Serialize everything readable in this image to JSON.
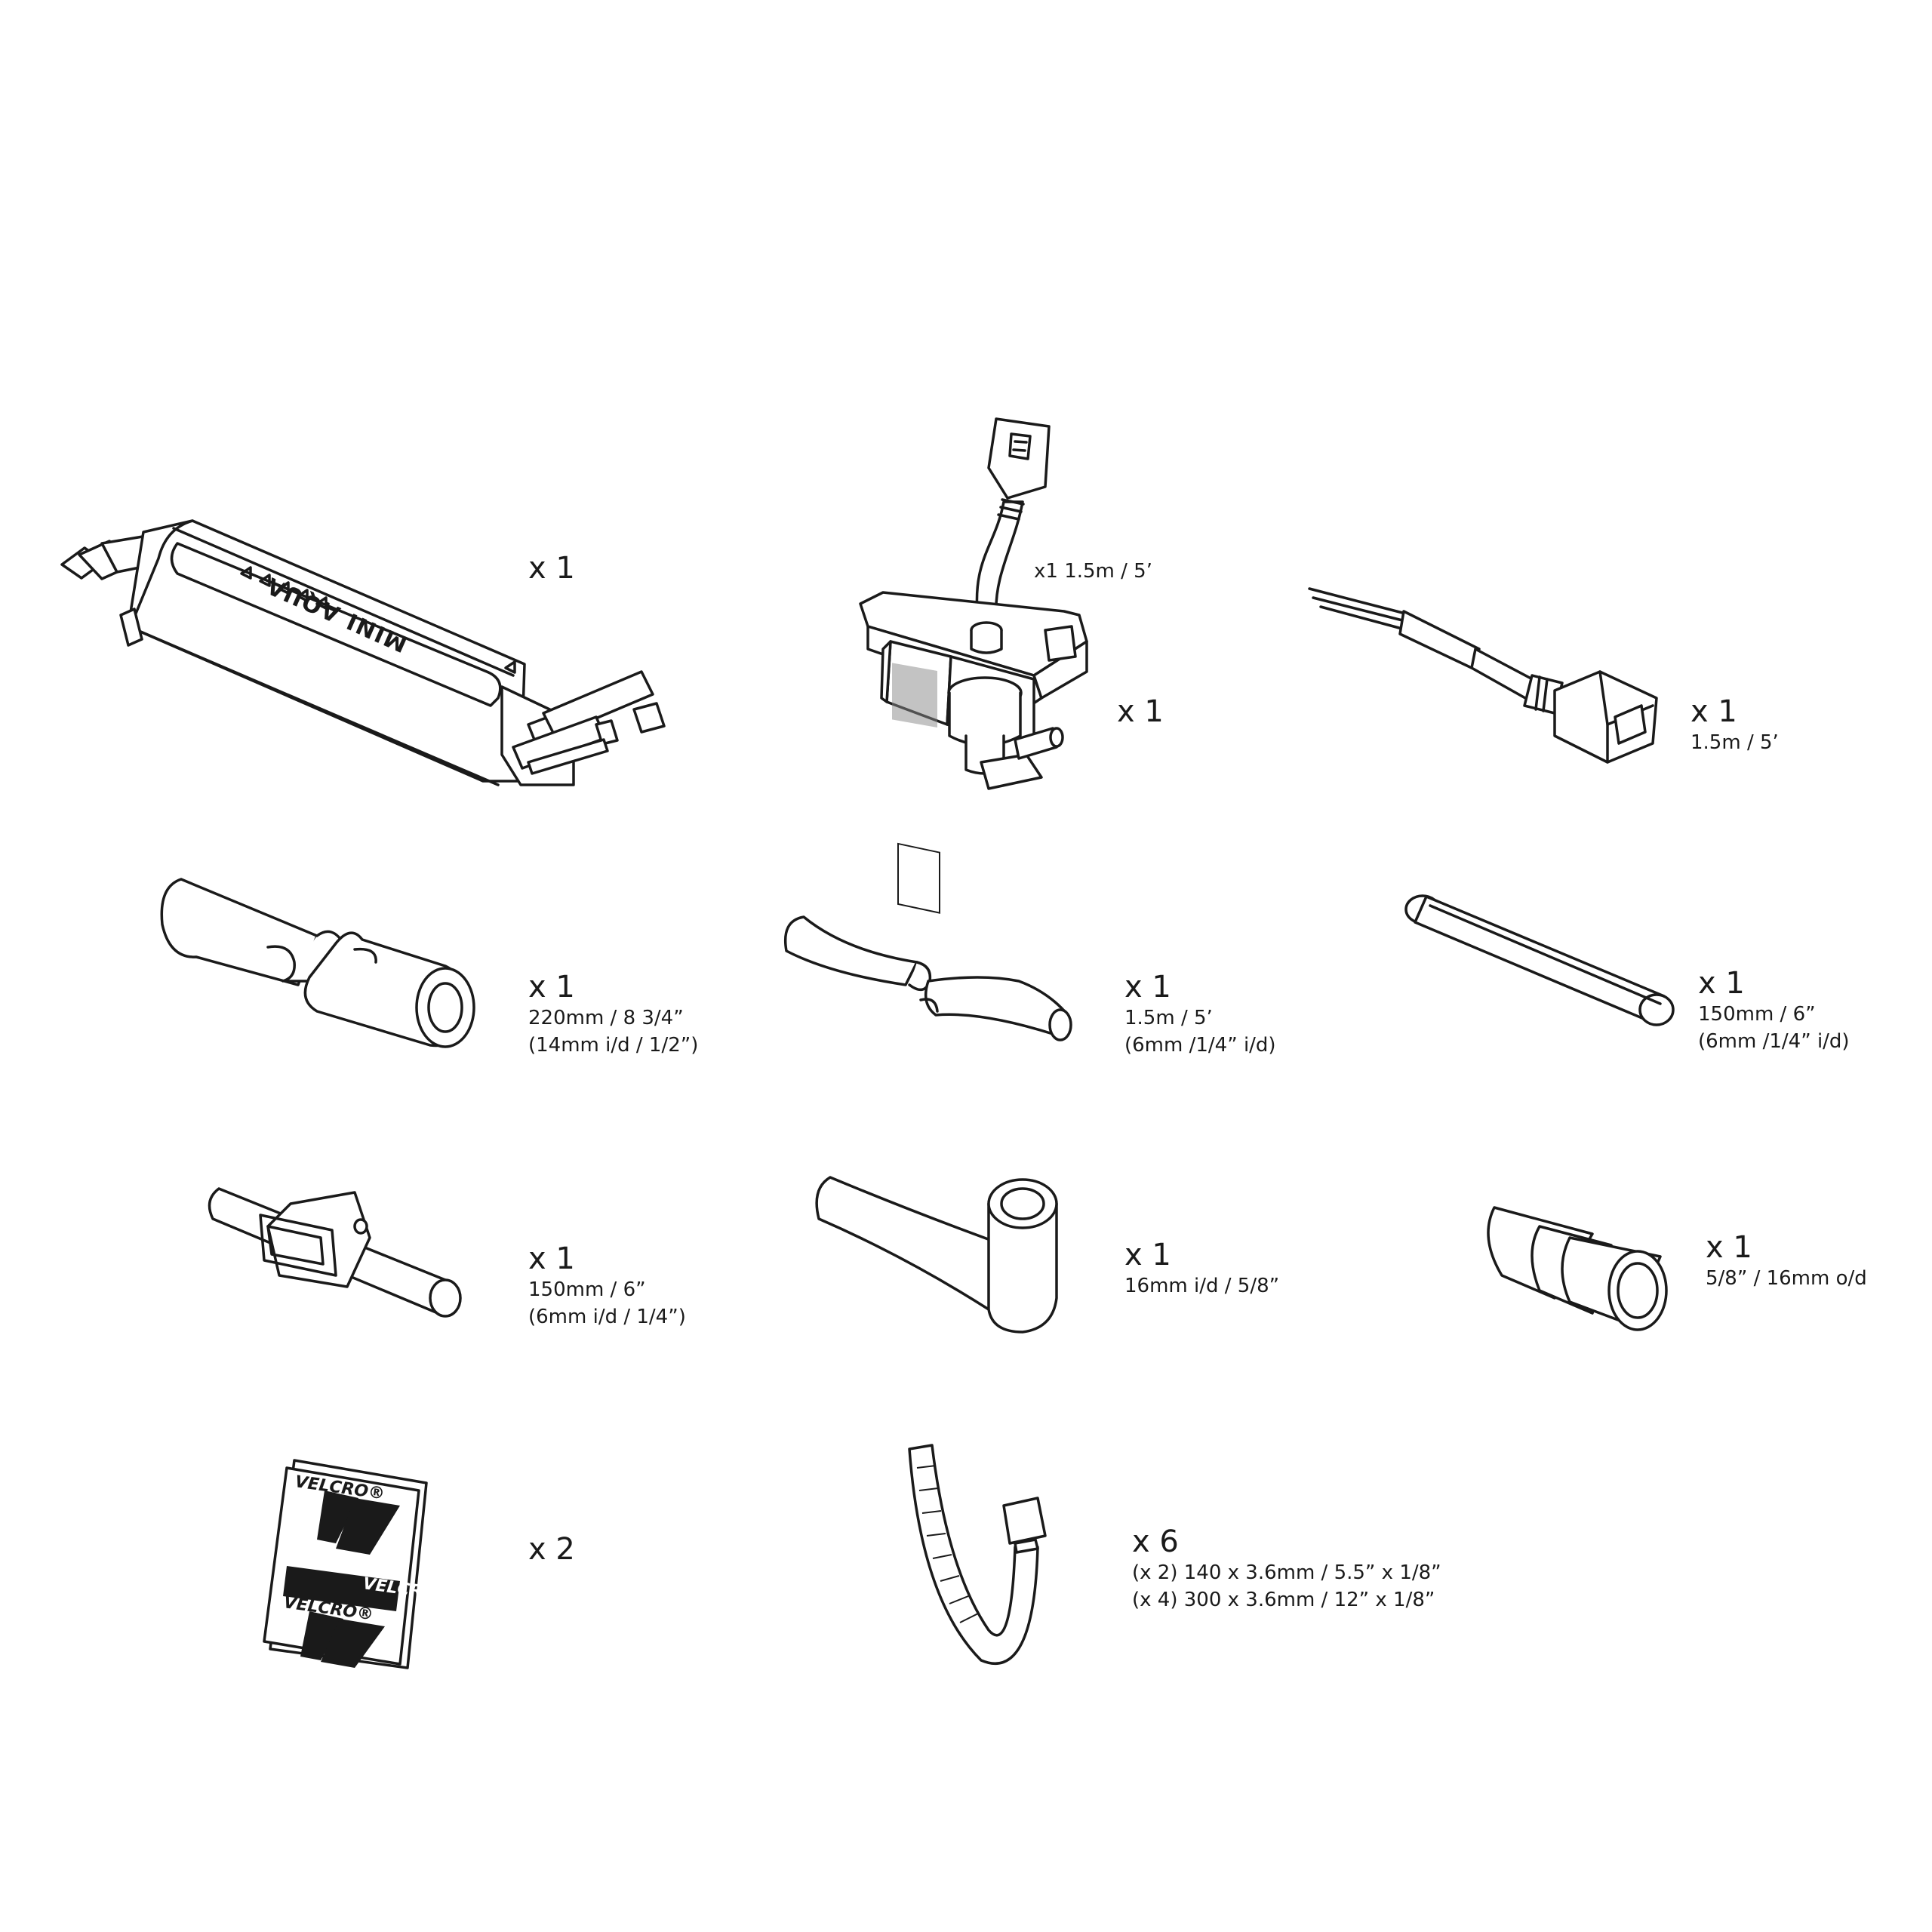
{
  "items": [
    {
      "id": "mini-aqua-pump",
      "qty": "x 1",
      "dims": [],
      "text": "MINI AQUA"
    },
    {
      "id": "reservoir",
      "qty": "x 1",
      "dims": [],
      "cable_qty": "x1 1.5m / 5’"
    },
    {
      "id": "power-cable",
      "qty": "x 1",
      "dims": [
        "1.5m / 5’"
      ]
    },
    {
      "id": "drain-hose",
      "qty": "x 1",
      "dims": [
        "220mm / 8 3/4”",
        "(14mm i/d / 1/2”)"
      ]
    },
    {
      "id": "discharge-tube",
      "qty": "x 1",
      "dims": [
        "1.5m / 5’",
        "(6mm /1/4” i/d)"
      ]
    },
    {
      "id": "clear-tube",
      "qty": "x 1",
      "dims": [
        "150mm / 6”",
        "(6mm /1/4” i/d)"
      ]
    },
    {
      "id": "tube-with-clip",
      "qty": "x 1",
      "dims": [
        "150mm / 6”",
        "(6mm i/d / 1/4”)"
      ]
    },
    {
      "id": "elbow",
      "qty": "x 1",
      "dims": [
        "16mm i/d / 5/8”"
      ]
    },
    {
      "id": "coupler",
      "qty": "x 1",
      "dims": [
        "5/8” / 16mm o/d"
      ]
    },
    {
      "id": "velcro-pads",
      "qty": "x 2",
      "dims": [],
      "brand": "VELCRO®"
    },
    {
      "id": "cable-ties",
      "qty": "x 6",
      "dims": [
        "(x 2) 140 x 3.6mm / 5.5” x 1/8”",
        "(x 4) 300 x 3.6mm / 12” x 1/8”"
      ]
    }
  ]
}
